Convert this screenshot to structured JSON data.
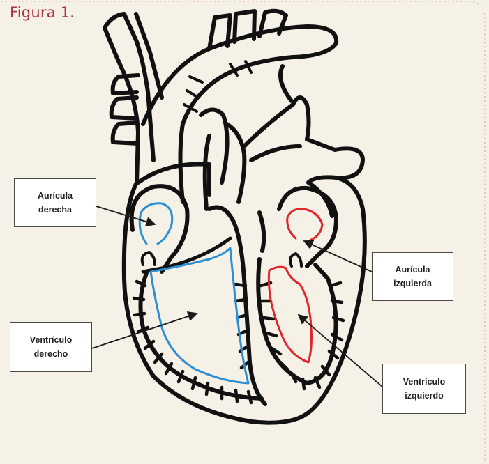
{
  "figure_title": "Figura 1.",
  "labels": {
    "auricula_derecha": "Aurícula\nderecha",
    "auricula_izquierda": "Aurícula\nizquierda",
    "ventriculo_derecho": "Ventrículo\nderecho",
    "ventriculo_izquierdo": "Ventrículo\nizquierdo"
  },
  "colors": {
    "background": "#f6f1e6",
    "title": "#a8373d",
    "outline": "#111111",
    "right_side_chambers": "#2a8fd4",
    "left_side_chambers": "#e0262a",
    "border_dots": "#e6b8ad"
  }
}
